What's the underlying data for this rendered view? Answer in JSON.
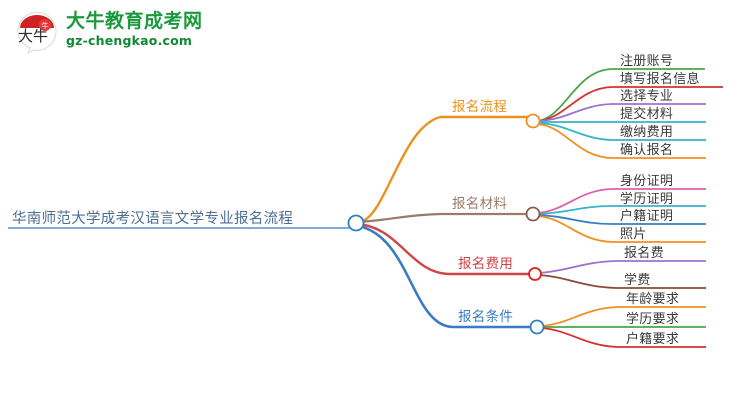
{
  "logo": {
    "mark_text": "大牛",
    "company_cn": "大牛教育成考网",
    "url": "gz-chengkao.com",
    "brand_green": "#1a9a3c",
    "brand_red": "#cf2222"
  },
  "mindmap": {
    "root": {
      "label": "华南师范大学成考汉语言文学专业报名流程",
      "color": "#4c6e92",
      "node_color": "#2f7fc9"
    },
    "branches": [
      {
        "label": "报名流程",
        "color": "#e8931e",
        "node_color": "#f09020",
        "children": [
          {
            "label": "注册账号",
            "color": "#4ca64c"
          },
          {
            "label": "填写报名信息",
            "color": "#d62f2f"
          },
          {
            "label": "选择专业",
            "color": "#9b72cf"
          },
          {
            "label": "提交材料",
            "color": "#34b5c8"
          },
          {
            "label": "缴纳费用",
            "color": "#34b5c8"
          },
          {
            "label": "确认报名",
            "color": "#f09020"
          }
        ]
      },
      {
        "label": "报名材料",
        "color": "#9a7b6a",
        "node_color": "#8a5c48",
        "children": [
          {
            "label": "身份证明",
            "color": "#e05fa8"
          },
          {
            "label": "学历证明",
            "color": "#34b5c8"
          },
          {
            "label": "户籍证明",
            "color": "#3a7cc4"
          },
          {
            "label": "照片",
            "color": "#f09020"
          }
        ]
      },
      {
        "label": "报名费用",
        "color": "#cf4545",
        "node_color": "#e02020",
        "children": [
          {
            "label": "报名费",
            "color": "#9b72cf"
          },
          {
            "label": "学费",
            "color": "#8a4a3a"
          }
        ]
      },
      {
        "label": "报名条件",
        "color": "#3a7cc4",
        "node_color": "#2f7fc9",
        "children": [
          {
            "label": "年龄要求",
            "color": "#f09020"
          },
          {
            "label": "学历要求",
            "color": "#4ca64c"
          },
          {
            "label": "户籍要求",
            "color": "#d62f2f"
          }
        ]
      }
    ]
  }
}
